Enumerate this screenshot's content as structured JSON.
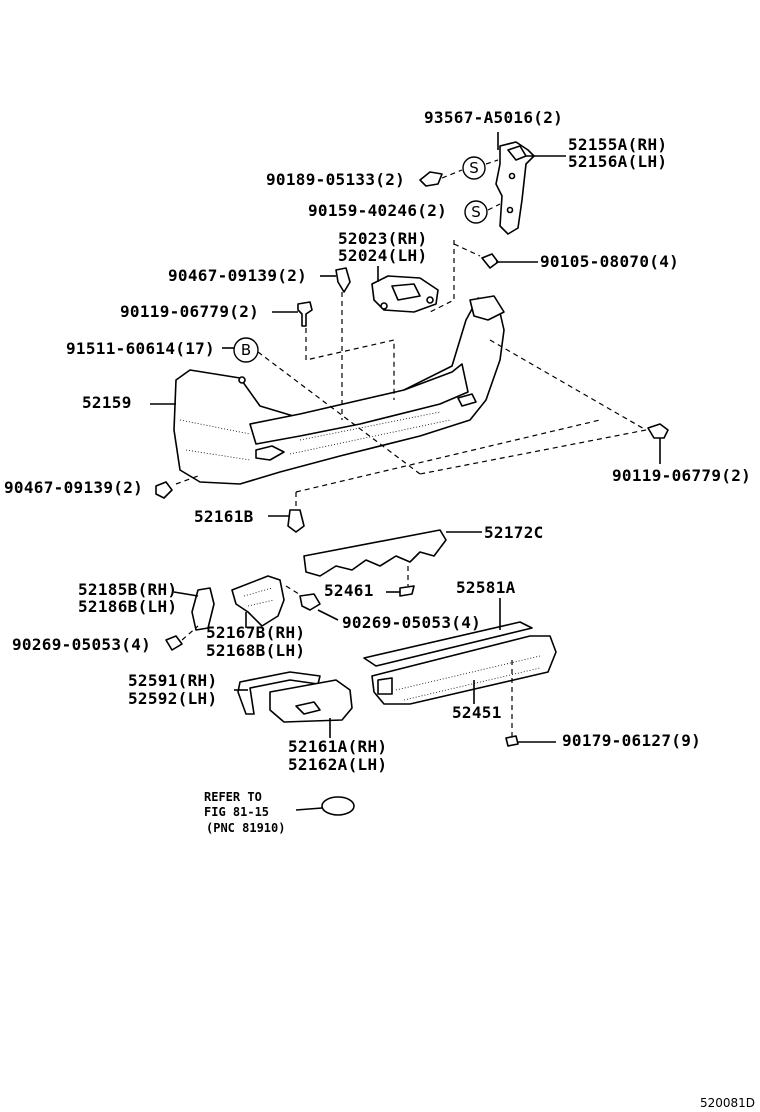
{
  "diagram_id": "520081D",
  "markers": {
    "s": "S",
    "b": "B"
  },
  "labels": {
    "p93567": "93567-A5016(2)",
    "p52155": "52155A(RH)",
    "p52156": "52156A(LH)",
    "p90189": "90189-05133(2)",
    "p90159": "90159-40246(2)",
    "p52023": "52023(RH)",
    "p52024": "52024(LH)",
    "p90105": "90105-08070(4)",
    "p90467a": "90467-09139(2)",
    "p90119a": "90119-06779(2)",
    "p91511": "91511-60614(17)",
    "p52159": "52159",
    "p90119b": "90119-06779(2)",
    "p90467b": "90467-09139(2)",
    "p52161b": "52161B",
    "p52172c": "52172C",
    "p52461": "52461",
    "p52581a": "52581A",
    "p52185b": "52185B(RH)",
    "p52186b": "52186B(LH)",
    "p90269a": "90269-05053(4)",
    "p90269b": "90269-05053(4)",
    "p52167b": "52167B(RH)",
    "p52168b": "52168B(LH)",
    "p52591": "52591(RH)",
    "p52592": "52592(LH)",
    "p52451": "52451",
    "p90179": "90179-06127(9)",
    "p52161a": "52161A(RH)",
    "p52162a": "52162A(LH)",
    "refer1": "REFER TO",
    "refer2": "FIG 81-15",
    "refer3": "(PNC 81910)"
  }
}
